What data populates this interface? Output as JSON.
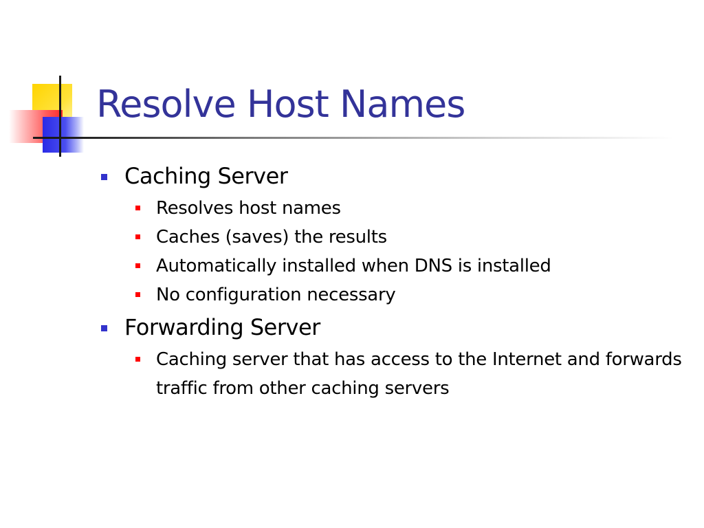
{
  "slide": {
    "title": "Resolve Host Names",
    "items": [
      {
        "text": "Caching Server",
        "subitems": [
          "Resolves host names",
          "Caches (saves) the results",
          "Automatically installed when DNS is installed",
          "No configuration necessary"
        ]
      },
      {
        "text": "Forwarding Server",
        "subitems": [
          "Caching server that has access to the Internet and forwards traffic from other caching servers"
        ]
      }
    ]
  },
  "colors": {
    "title": "#333399",
    "level1_bullet": "#3333cc",
    "level2_bullet": "#ff0000",
    "text": "#000000",
    "background": "#ffffff"
  }
}
